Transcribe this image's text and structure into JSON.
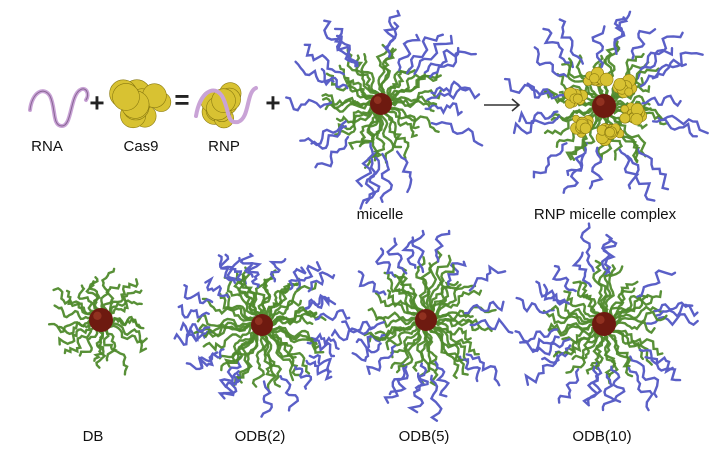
{
  "labels": {
    "rna": "RNA",
    "cas9": "Cas9",
    "rnp": "RNP",
    "micelle": "micelle",
    "complex": "RNP micelle complex",
    "db": "DB",
    "odb2": "ODB(2)",
    "odb5": "ODB(5)",
    "odb10": "ODB(10)"
  },
  "operators": {
    "plus1": "+",
    "equals": "=",
    "plus2": "+"
  },
  "colors": {
    "rna_strand": "#c9a3d6",
    "cas9": "#d8c232",
    "micelle_core": "#6e1a10",
    "polymer_green": "#4f8a2c",
    "polymer_blue": "#5a5fc7",
    "arrow": "#333333"
  }
}
